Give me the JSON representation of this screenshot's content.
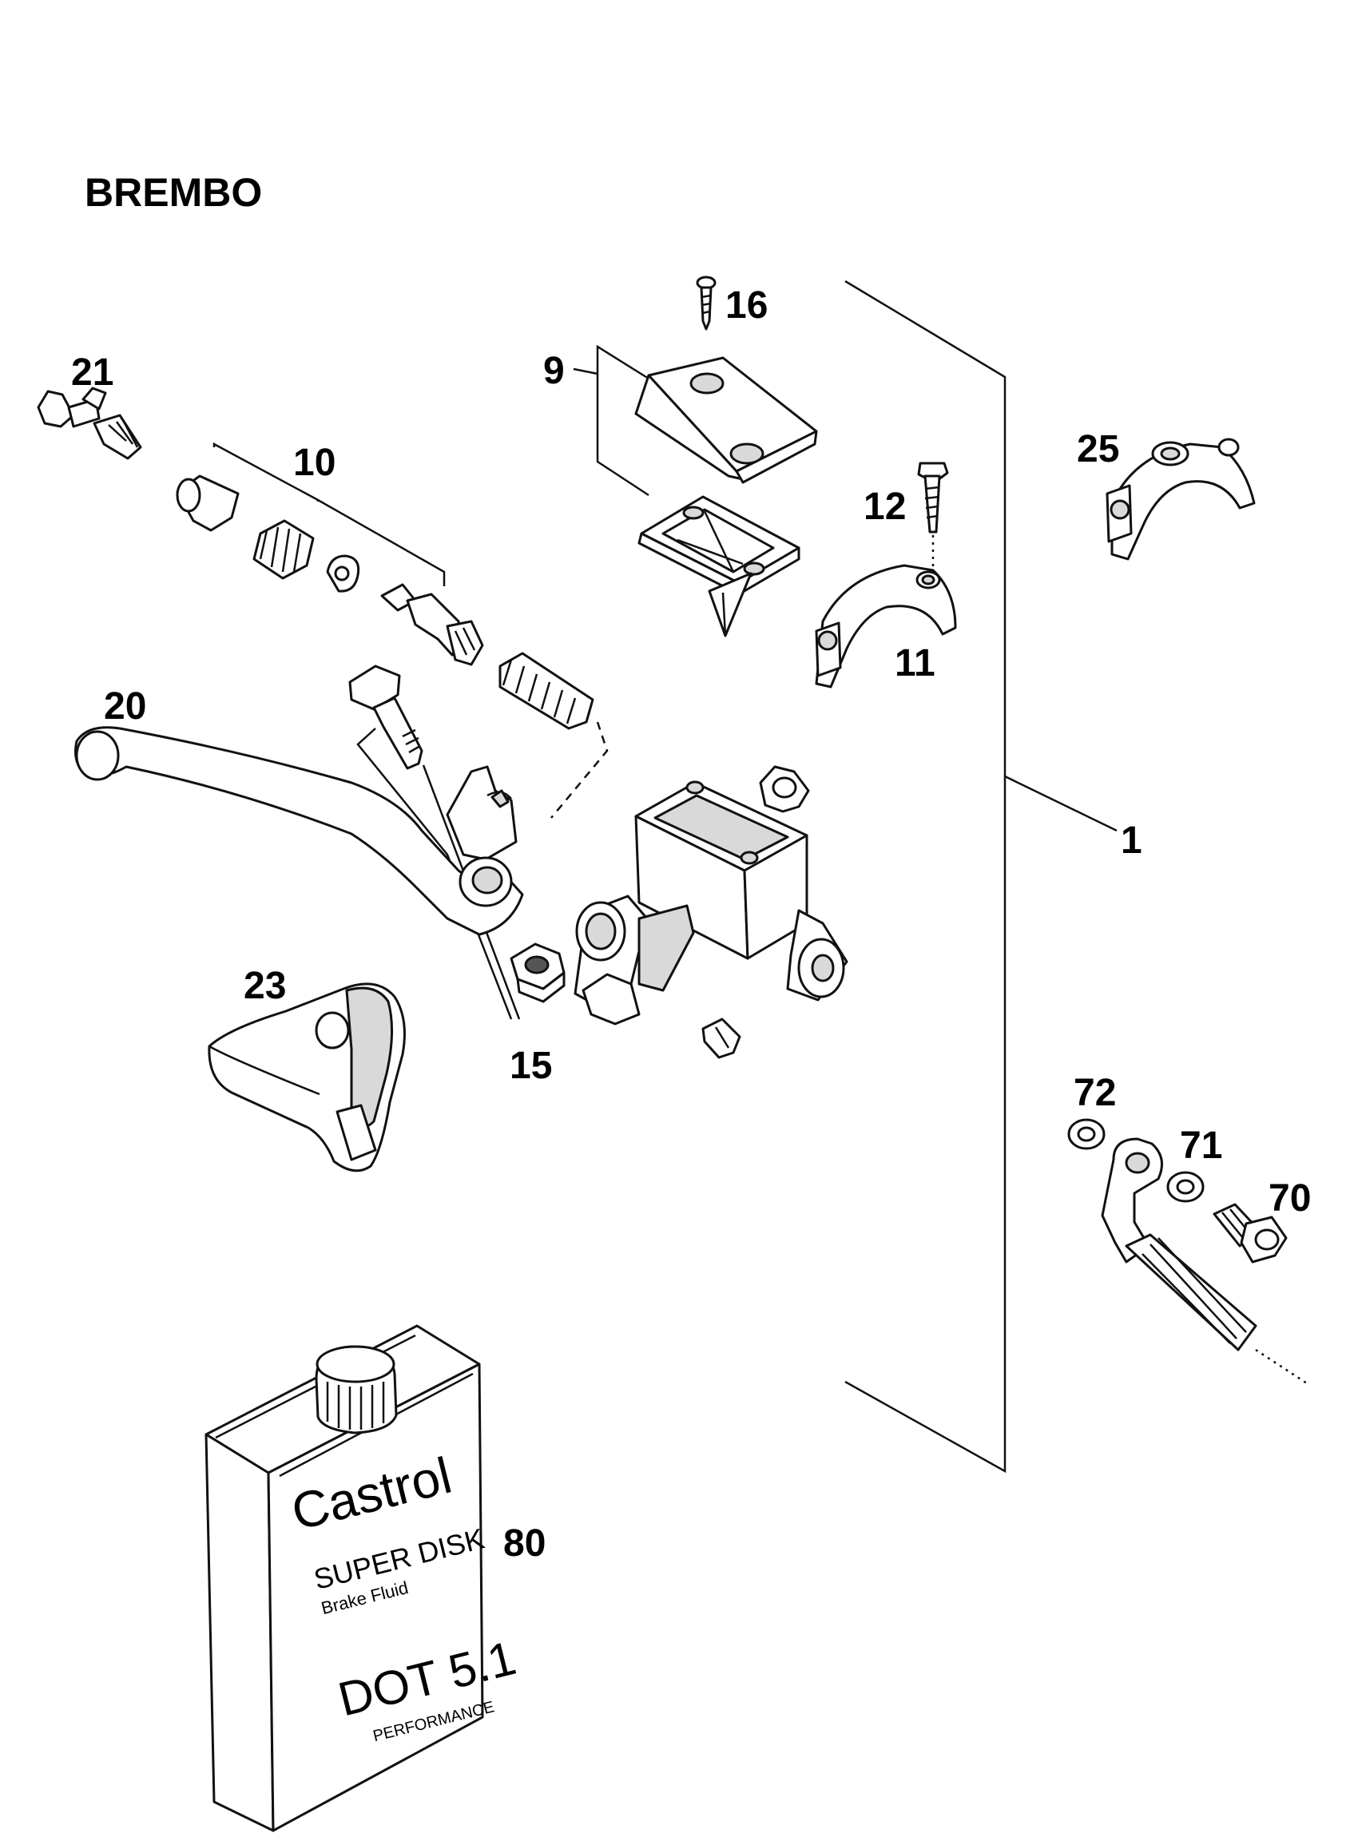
{
  "title": "BREMBO",
  "callouts": {
    "p1": "1",
    "p9": "9",
    "p10": "10",
    "p11": "11",
    "p12": "12",
    "p15": "15",
    "p16": "16",
    "p20": "20",
    "p21": "21",
    "p23": "23",
    "p25": "25",
    "p70": "70",
    "p71": "71",
    "p72": "72",
    "p80": "80"
  },
  "brake_fluid_can": {
    "brand": "Castrol",
    "product": "SUPER DISK",
    "subtitle": "Brake Fluid",
    "grade": "DOT 5.1",
    "tagline": "PERFORMANCE"
  }
}
